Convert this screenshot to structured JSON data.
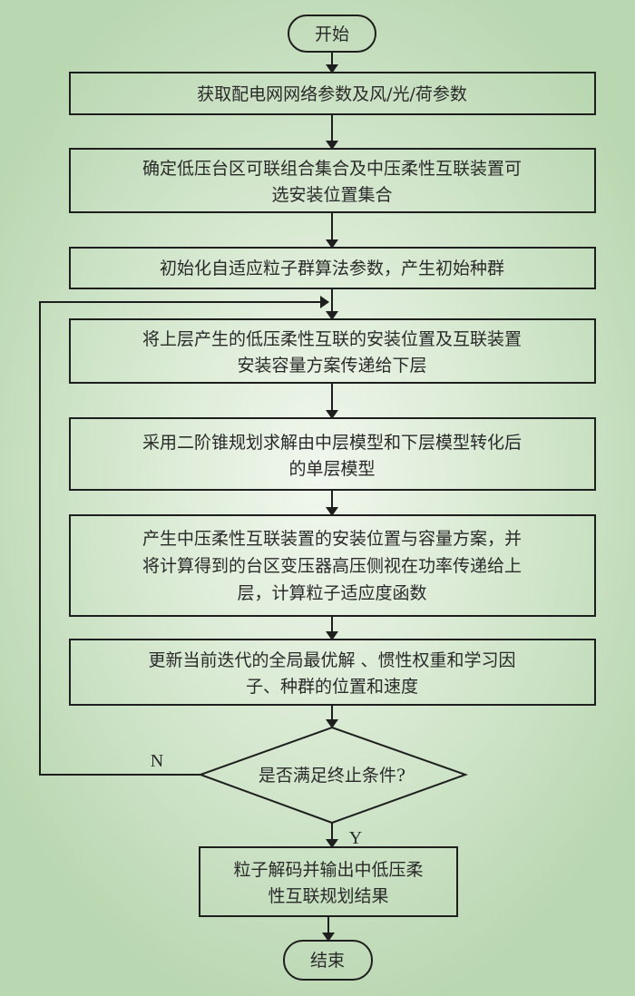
{
  "flowchart": {
    "start": "开始",
    "end": "结束",
    "steps": [
      {
        "lines": [
          "获取配电网网络参数及风/光/荷参数"
        ]
      },
      {
        "lines": [
          "确定低压台区可联组合集合及中压柔性互联装置可",
          "选安装位置集合"
        ]
      },
      {
        "lines": [
          "初始化自适应粒子群算法参数，产生初始种群"
        ]
      },
      {
        "lines": [
          "将上层产生的低压柔性互联的安装位置及互联装置",
          "安装容量方案传递给下层"
        ]
      },
      {
        "lines": [
          "采用二阶锥规划求解由中层模型和下层模型转化后",
          "的单层模型"
        ]
      },
      {
        "lines": [
          "产生中压柔性互联装置的安装位置与容量方案，并",
          "将计算得到的台区变压器高压侧视在功率传递给上",
          "层，计算粒子适应度函数"
        ]
      },
      {
        "lines": [
          "更新当前迭代的全局最优解 、惯性权重和学习因",
          "子、种群的位置和速度"
        ]
      }
    ],
    "decision": "是否满足终止条件?",
    "no_label": "N",
    "yes_label": "Y",
    "output": {
      "lines": [
        "粒子解码并输出中低压柔",
        "性互联规划结果"
      ]
    }
  }
}
